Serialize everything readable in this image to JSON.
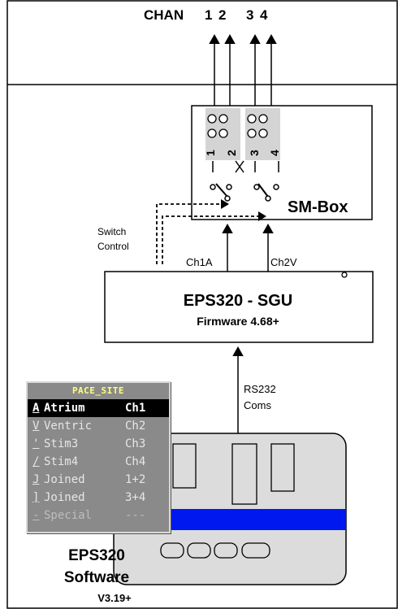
{
  "diagram": {
    "chan_label": "CHAN",
    "chan_numbers": [
      "1",
      "2",
      "3",
      "4"
    ],
    "smbox": {
      "label": "SM-Box",
      "terminal_labels": [
        "1",
        "2",
        "3",
        "4"
      ]
    },
    "switch_control": {
      "line1": "Switch",
      "line2": "Control"
    },
    "channels": {
      "ch1a": "Ch1A",
      "ch2v": "Ch2V"
    },
    "sgu": {
      "title": "EPS320 - SGU",
      "firmware": "Firmware 4.68+"
    },
    "rs232": {
      "line1": "RS232",
      "line2": "Coms"
    },
    "software": {
      "line1": "EPS320",
      "line2": "Software",
      "version": "V3.19+"
    }
  },
  "pace_menu": {
    "title": "PACE_SITE",
    "items": [
      {
        "key": "A",
        "name": "Atrium",
        "channel": "Ch1",
        "selected": true
      },
      {
        "key": "V",
        "name": "Ventric",
        "channel": "Ch2",
        "selected": false
      },
      {
        "key": "'",
        "name": "Stim3",
        "channel": "Ch3",
        "selected": false
      },
      {
        "key": "/",
        "name": "Stim4",
        "channel": "Ch4",
        "selected": false
      },
      {
        "key": "J",
        "name": "Joined",
        "channel": "1+2",
        "selected": false
      },
      {
        "key": "]",
        "name": "Joined",
        "channel": "3+4",
        "selected": false
      },
      {
        "key": "-",
        "name": "Special",
        "channel": "---",
        "selected": false
      }
    ]
  },
  "colors": {
    "screen_band": "#0018f0",
    "device_body": "#dcdcdc",
    "menu_bg": "#8a8a8a",
    "menu_title": "#ffff80"
  }
}
